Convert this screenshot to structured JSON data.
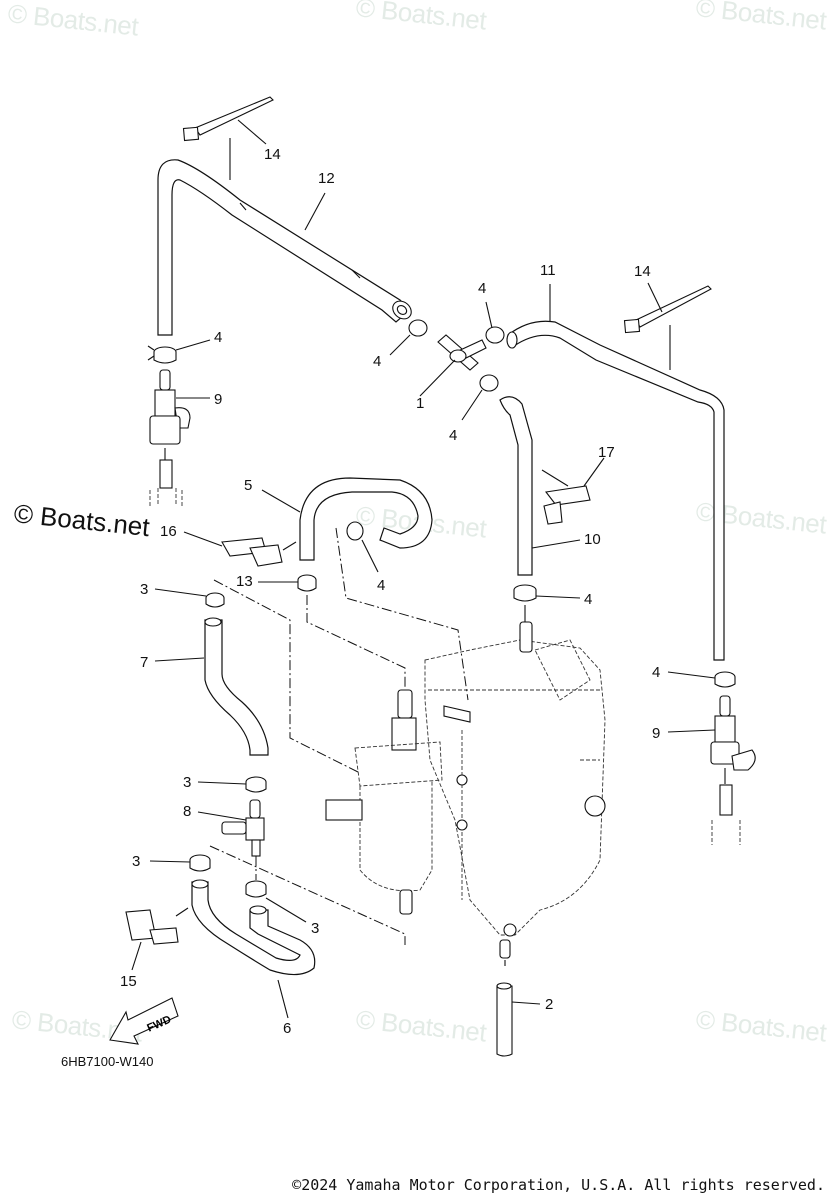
{
  "watermarks": [
    {
      "text": "© Boats.net",
      "pos": "top-left"
    },
    {
      "text": "© Boats.net",
      "pos": "top-center"
    },
    {
      "text": "© Boats.net",
      "pos": "top-right"
    },
    {
      "text": "© Boats.net",
      "pos": "mid-left-dark"
    },
    {
      "text": "© Boats.net",
      "pos": "mid-center"
    },
    {
      "text": "© Boats.net",
      "pos": "mid-right"
    },
    {
      "text": "© Boats.net",
      "pos": "bottom-left"
    },
    {
      "text": "© Boats.net",
      "pos": "bottom-center"
    },
    {
      "text": "© Boats.net",
      "pos": "bottom-right"
    }
  ],
  "callouts": {
    "c1": "1",
    "c2": "2",
    "c3a": "3",
    "c3b": "3",
    "c3c": "3",
    "c3d": "3",
    "c4a": "4",
    "c4b": "4",
    "c4c": "4",
    "c4d": "4",
    "c4e": "4",
    "c4f": "4",
    "c4g": "4",
    "c5": "5",
    "c6": "6",
    "c7": "7",
    "c8": "8",
    "c9a": "9",
    "c9b": "9",
    "c10": "10",
    "c11": "11",
    "c12": "12",
    "c13": "13",
    "c14a": "14",
    "c14b": "14",
    "c15": "15",
    "c16": "16",
    "c17": "17"
  },
  "fwd_label": "FWD",
  "diagram_code": "6HB7100-W140",
  "copyright": "©2024 Yamaha Motor Corporation, U.S.A. All rights reserved."
}
